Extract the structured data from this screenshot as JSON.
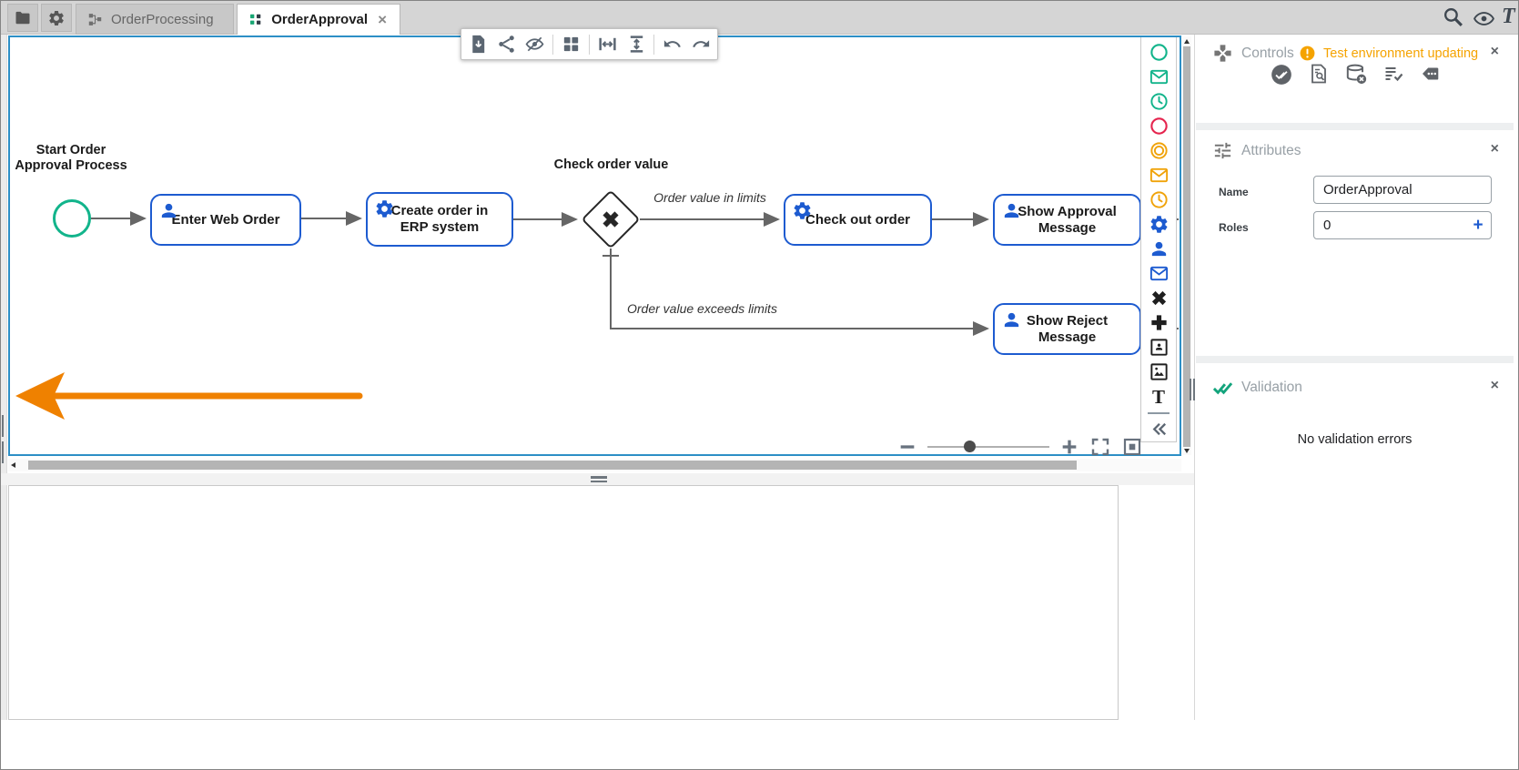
{
  "colors": {
    "canvas_border": "#2d8fc6",
    "node_blue": "#1d5bd0",
    "event_green": "#12b48b",
    "event_red": "#e5244e",
    "event_orange": "#f0a30a",
    "flow_gray": "#666666",
    "warning_orange": "#f5a300",
    "annotation_arrow_orange": "#ef8100",
    "validation_green": "#13a47c"
  },
  "tabbar": {
    "buttons": [
      "folder",
      "settings"
    ],
    "tabs": [
      {
        "label": "OrderProcessing",
        "active": false
      },
      {
        "label": "OrderApproval",
        "active": true,
        "close": "×"
      }
    ],
    "right_icons": [
      "search",
      "eye",
      "text-tool"
    ]
  },
  "glyphs": {
    "text_tool": "T"
  },
  "canvas_toolbar": {
    "icons": [
      "export-file",
      "share",
      "hide-preview",
      "grid",
      "fit-width",
      "fit-height",
      "undo",
      "redo"
    ]
  },
  "diagram": {
    "start_event_label": "Start Order\nApproval Process",
    "gateway_label": "Check order value",
    "tasks": [
      {
        "label": "Enter Web Order",
        "type": "user"
      },
      {
        "label": "Create order in\nERP system",
        "type": "service"
      },
      {
        "label": "Check out order",
        "type": "service"
      },
      {
        "label": "Show Approval\nMessage",
        "type": "user"
      },
      {
        "label": "Show Reject\nMessage",
        "type": "user"
      }
    ],
    "edge_labels": {
      "in_limits": "Order value in limits",
      "exceeds": "Order value exceeds limits"
    }
  },
  "palette": {
    "items": [
      "start-event",
      "message-start-event",
      "timer-start-event",
      "end-event",
      "intermediate-event",
      "message-intermediate-event",
      "timer-intermediate-event",
      "service-task",
      "user-task",
      "send-task",
      "exclusive-gateway",
      "parallel-gateway",
      "user-annotation",
      "image-annotation",
      "text-annotation",
      "collapse-palette"
    ]
  },
  "zoom_controls": {
    "items": [
      "zoom-out",
      "zoom-slider",
      "zoom-in",
      "fullscreen",
      "fit-view"
    ]
  },
  "right_panel": {
    "controls": {
      "title": "Controls",
      "warning": "Test environment updating",
      "close": "×",
      "actions": [
        "validate",
        "document-search",
        "reset-database",
        "event-log",
        "console"
      ]
    },
    "attributes": {
      "title": "Attributes",
      "close": "×",
      "fields": [
        {
          "label": "Name",
          "value": "OrderApproval"
        },
        {
          "label": "Roles",
          "value": "0",
          "add_button": "+"
        }
      ]
    },
    "validation": {
      "title": "Validation",
      "close": "×",
      "message": "No validation errors"
    }
  }
}
